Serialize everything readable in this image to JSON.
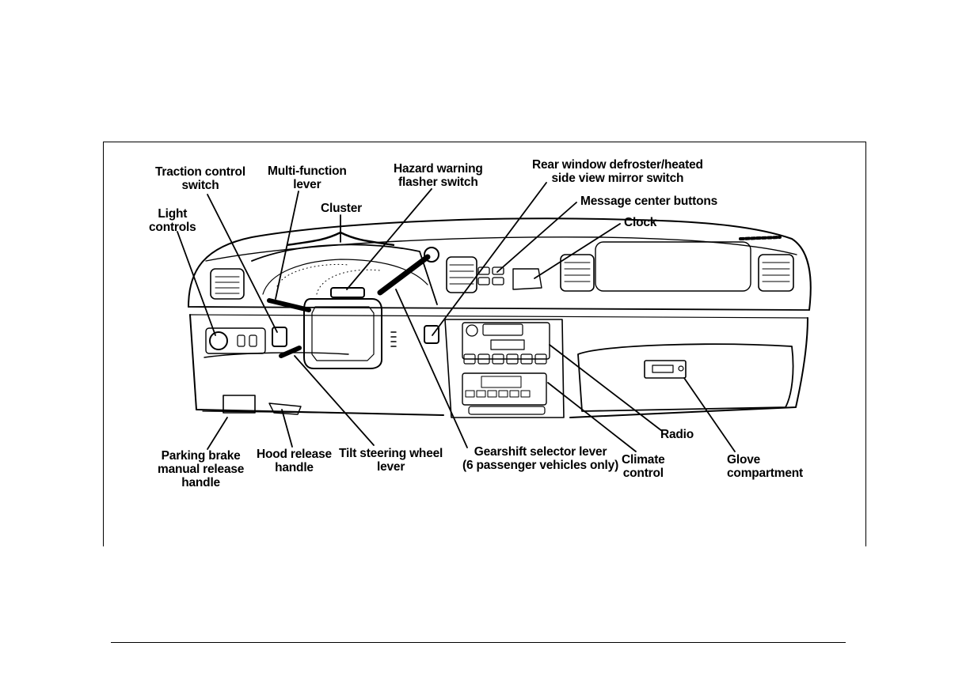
{
  "labels": {
    "traction_control": "Traction control\nswitch",
    "multi_function": "Multi-function\nlever",
    "hazard_warning": "Hazard warning\nflasher switch",
    "rear_window": "Rear window defroster/heated\nside view mirror switch",
    "message_center": "Message center buttons",
    "clock": "Clock",
    "cluster": "Cluster",
    "light_controls": "Light\ncontrols",
    "parking_brake": "Parking brake\nmanual release\nhandle",
    "hood_release": "Hood release\nhandle",
    "tilt_steering": "Tilt steering wheel\nlever",
    "gearshift": "Gearshift selector lever\n(6 passenger vehicles only)",
    "climate_control": "Climate\ncontrol",
    "radio": "Radio",
    "glove_compartment": "Glove\ncompartment"
  }
}
